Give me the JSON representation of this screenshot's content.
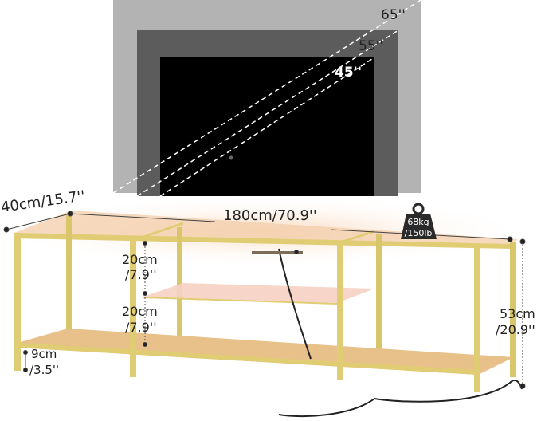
{
  "tv_sizes": {
    "large": "65''",
    "medium": "55''",
    "small": "45''"
  },
  "dimensions": {
    "depth": "40cm/15.7''",
    "width": "180cm/70.9''",
    "shelf_gap_top": [
      "20cm",
      "/7.9''"
    ],
    "shelf_gap_bottom": [
      "20cm",
      "/7.9''"
    ],
    "height": [
      "53cm",
      "/20.9''"
    ],
    "leg_clearance": [
      "9cm",
      "/3.5''"
    ]
  },
  "load_capacity": [
    "68kg",
    "/150lb"
  ],
  "colors": {
    "frame": "#d9c56a",
    "shelf": "#e8c08a",
    "glow": "#fbe3cc",
    "tv65": "#b3b3b3",
    "tv55": "#5c5c5c",
    "tv45": "#000000"
  }
}
